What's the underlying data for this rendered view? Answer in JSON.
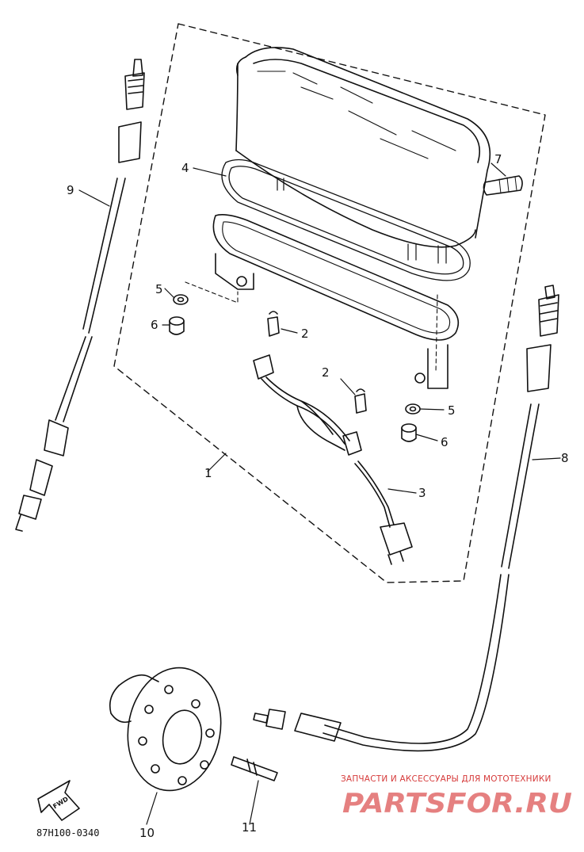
{
  "diagram": {
    "callouts": {
      "c1": "1",
      "c2a": "2",
      "c2b": "2",
      "c3": "3",
      "c4": "4",
      "c5a": "5",
      "c5b": "5",
      "c6a": "6",
      "c6b": "6",
      "c7": "7",
      "c8": "8",
      "c9": "9",
      "c10": "10",
      "c11": "11"
    },
    "drawing_code": "87H100-0340",
    "fwd_label": "FWD"
  },
  "watermark": {
    "tagline": "ЗАПЧАСТИ И АКСЕССУАРЫ ДЛЯ МОТОТЕХНИКИ",
    "logo_text": "PARTSFOR.RU",
    "color": "#d63a3a"
  }
}
